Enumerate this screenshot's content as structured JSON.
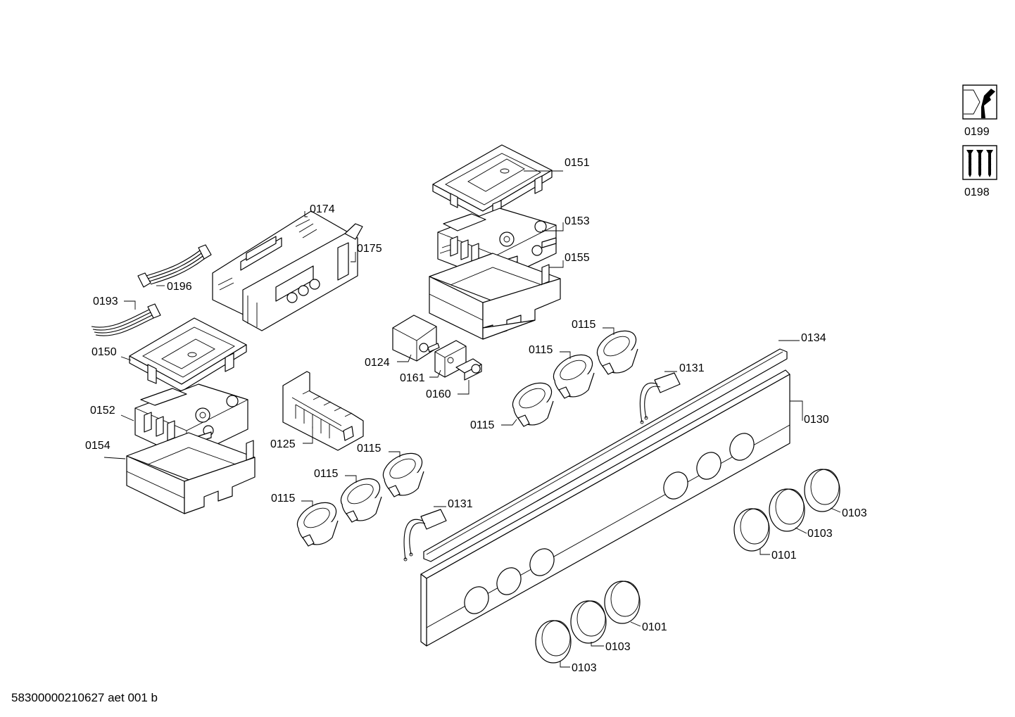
{
  "document_id": "58300000210627 aet 001 b",
  "icons": [
    {
      "name": "wrench-icon",
      "label": "0199"
    },
    {
      "name": "screws-icon",
      "label": "0198"
    }
  ],
  "labels": {
    "l0151": "0151",
    "l0153": "0153",
    "l0155": "0155",
    "l0174": "0174",
    "l0175": "0175",
    "l0196": "0196",
    "l0193": "0193",
    "l0150": "0150",
    "l0152": "0152",
    "l0154": "0154",
    "l0124": "0124",
    "l0161": "0161",
    "l0160": "0160",
    "l0125": "0125",
    "l0115a": "0115",
    "l0115b": "0115",
    "l0115c": "0115",
    "l0115d": "0115",
    "l0115e": "0115",
    "l0115f": "0115",
    "l0131a": "0131",
    "l0131b": "0131",
    "l0134": "0134",
    "l0130": "0130",
    "l0103a": "0103",
    "l0103b": "0103",
    "l0101a": "0101",
    "l0101b": "0101",
    "l0103c": "0103",
    "l0103d": "0103"
  }
}
